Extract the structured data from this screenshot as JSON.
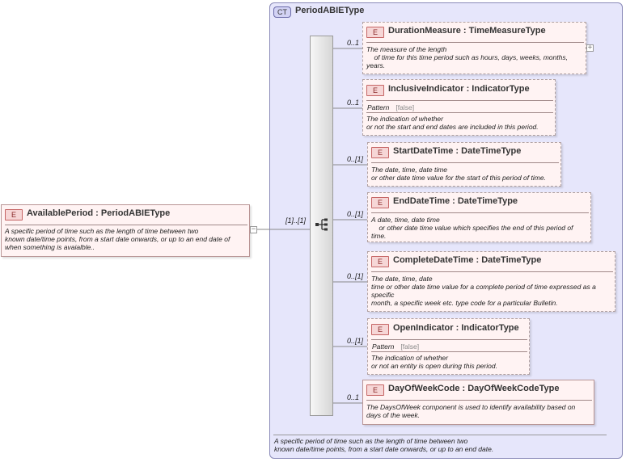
{
  "complex_type": {
    "badge": "CT",
    "title": "PeriodABIEType",
    "doc": [
      "A specific period of time such as the length of time between two",
      "known date/time points, from a start date onwards, or up to an end date."
    ]
  },
  "root": {
    "badge": "E",
    "title": "AvailablePeriod : PeriodABIEType",
    "doc": [
      "A specific period of time such as the length of time between two",
      "known date/time points, from a start date onwards, or up to an end date of",
      "when something is avaialble.."
    ],
    "expander": "−"
  },
  "sequence": {
    "cardinality": "[1]..[1]"
  },
  "elements": [
    {
      "badge": "E",
      "title": "DurationMeasure : TimeMeasureType",
      "cardinality": "0..1",
      "doc": [
        "The measure of the length",
        "    of time for this time period such as hours, days, weeks, months,",
        "years."
      ],
      "expander": "+"
    },
    {
      "badge": "E",
      "title": "InclusiveIndicator : IndicatorType",
      "cardinality": "0..1",
      "pattern_label": "Pattern",
      "pattern_value": "[false]",
      "doc": [
        "The indication of whether",
        "or not the start and end dates are included in this period."
      ]
    },
    {
      "badge": "E",
      "title": "StartDateTime : DateTimeType",
      "cardinality": "0..[1]",
      "doc": [
        "The date, time, date time",
        "or other date time value for the start of this period of time."
      ]
    },
    {
      "badge": "E",
      "title": "EndDateTime : DateTimeType",
      "cardinality": "0..[1]",
      "doc": [
        "A date, time, date time",
        "    or other date time value which specifies the end of this period of",
        "time."
      ]
    },
    {
      "badge": "E",
      "title": "CompleteDateTime : DateTimeType",
      "cardinality": "0..[1]",
      "doc": [
        "The date, time, date",
        "time or other date time value for a complete period of time expressed as a",
        "specific",
        "month, a specific week etc. type code for a particular Bulletin."
      ]
    },
    {
      "badge": "E",
      "title": "OpenIndicator : IndicatorType",
      "cardinality": "0..[1]",
      "pattern_label": "Pattern",
      "pattern_value": "[false]",
      "doc": [
        "The indication of whether",
        "or not an entity is open during this period."
      ]
    },
    {
      "badge": "E",
      "title": "DayOfWeekCode : DayOfWeekCodeType",
      "cardinality": "0..1",
      "doc": [
        "The DaysOfWeek component is used to identify availability based on",
        "days of the week."
      ]
    }
  ],
  "colors": {
    "ct_background": "#e6e6fb",
    "element_background": "#fff3f3",
    "badge_border": "#c56464"
  }
}
